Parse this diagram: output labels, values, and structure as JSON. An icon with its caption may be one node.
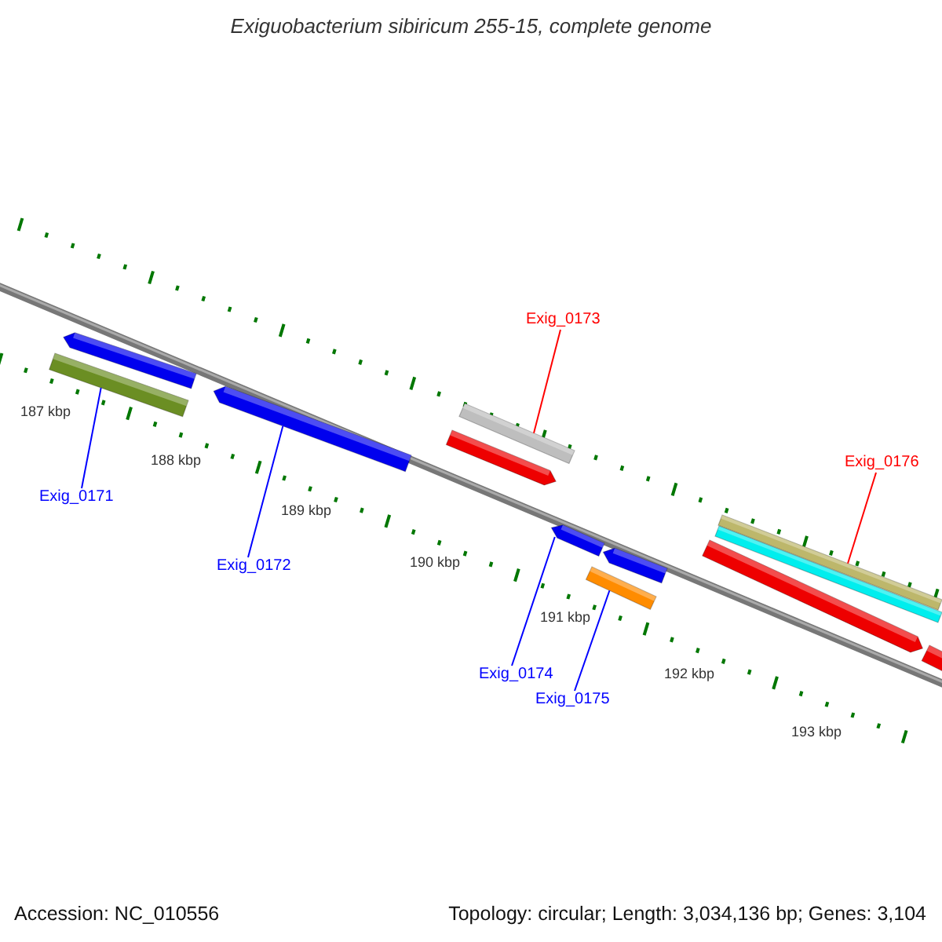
{
  "diagram": {
    "title": "Exiguobacterium sibiricum 255-15, complete genome",
    "nodes": [
      {
        "text": [
          "Exig_0173"
        ]
      },
      {
        "text": [],
        "shape": "bar"
      },
      {
        "text": [
          "Exig_0176"
        ]
      },
      {
        "text": [],
        "shape": "bar"
      },
      {
        "text": [
          "Exig_0171"
        ]
      },
      {
        "text": [],
        "shape": "bar"
      },
      {
        "text": [
          "Exig_0172"
        ]
      },
      {
        "text": [],
        "shape": "bar"
      },
      {
        "text": [
          "Exig_0174"
        ]
      },
      {
        "text": [],
        "shape": "bar"
      },
      {
        "text": [
          "Exig_0175"
        ]
      },
      {
        "text": [],
        "shape": "bar"
      }
    ],
    "edges": [
      {
        "from": 0,
        "to": 1,
        "arrow": "none",
        "color": "#ff0000"
      },
      {
        "from": 2,
        "to": 3,
        "arrow": "none",
        "color": "#ff0000"
      },
      {
        "from": 4,
        "to": 5,
        "arrow": "none"
      },
      {
        "from": 6,
        "to": 7,
        "arrow": "none"
      },
      {
        "from": 8,
        "to": 9,
        "arrow": "none"
      },
      {
        "from": 10,
        "to": 11,
        "arrow": "none"
      }
    ],
    "labels": [
      "187 kbp",
      "188 kbp",
      "189 kbp",
      "190 kbp",
      "191 kbp",
      "192 kbp",
      "193 kbp",
      "Accession: NC_010556",
      "Topology: circular; Length: 3,034,136 bp; Genes: 3,104"
    ]
  }
}
